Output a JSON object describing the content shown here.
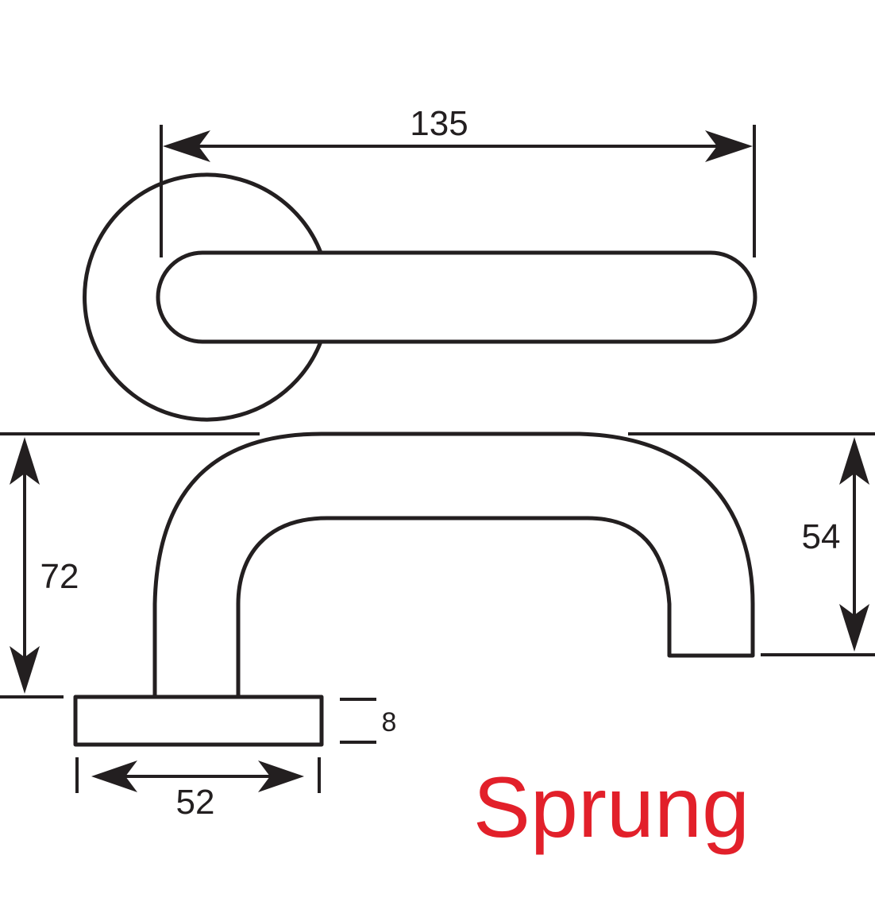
{
  "dimensions": {
    "lever_length": "135",
    "total_height": "72",
    "lever_height": "54",
    "rose_thickness": "8",
    "rose_diameter": "52"
  },
  "product_name": "Sprung",
  "colors": {
    "line": "#231f20",
    "product_name": "#e2202a"
  }
}
